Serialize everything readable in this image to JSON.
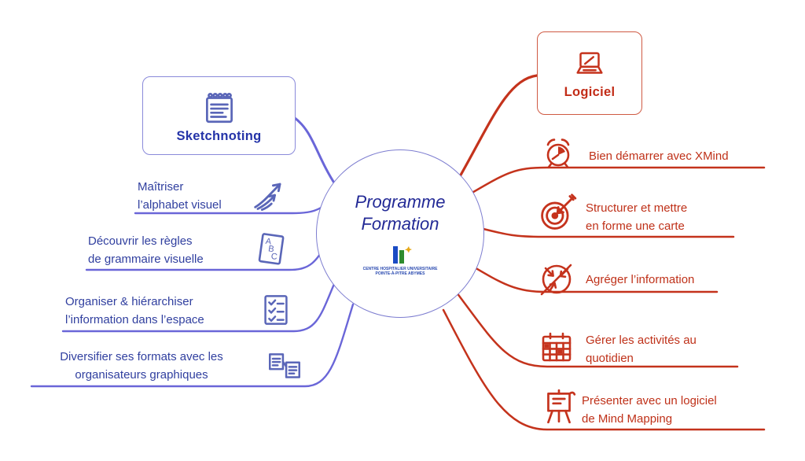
{
  "center": {
    "title": "Programme\nFormation",
    "logo_caption": "CENTRE HOSPITALIER UNIVERSITAIRE\nPOINTE-À-PITRE ABYMES"
  },
  "left": {
    "accent_color": "#5f5fd4",
    "branch_title": "Sketchnoting",
    "branch_icon": "spiral-notepad-icon",
    "items": [
      {
        "label": "Maîtriser\nl’alphabet visuel",
        "icon": "growth-arrows-icon"
      },
      {
        "label": "Découvrir les règles\nde grammaire visuelle",
        "icon": "abc-book-icon"
      },
      {
        "label": "Organiser & hiérarchiser\nl’information dans l’espace",
        "icon": "checklist-icon"
      },
      {
        "label": "Diversifier ses formats avec les\norganisateurs graphiques",
        "icon": "graphic-organizers-icon"
      }
    ]
  },
  "right": {
    "accent_color": "#c4331c",
    "branch_title": "Logiciel",
    "branch_icon": "laptop-icon",
    "items": [
      {
        "label": "Bien démarrer avec XMind",
        "icon": "alarm-clock-icon"
      },
      {
        "label": "Structurer et mettre\nen forme une carte",
        "icon": "target-dart-icon"
      },
      {
        "label": "Agréger l’information",
        "icon": "merge-arrows-icon"
      },
      {
        "label": "Gérer les activités au\nquotidien",
        "icon": "calendar-icon"
      },
      {
        "label": "Présenter avec un logiciel\nde Mind Mapping",
        "icon": "easel-icon"
      }
    ]
  }
}
